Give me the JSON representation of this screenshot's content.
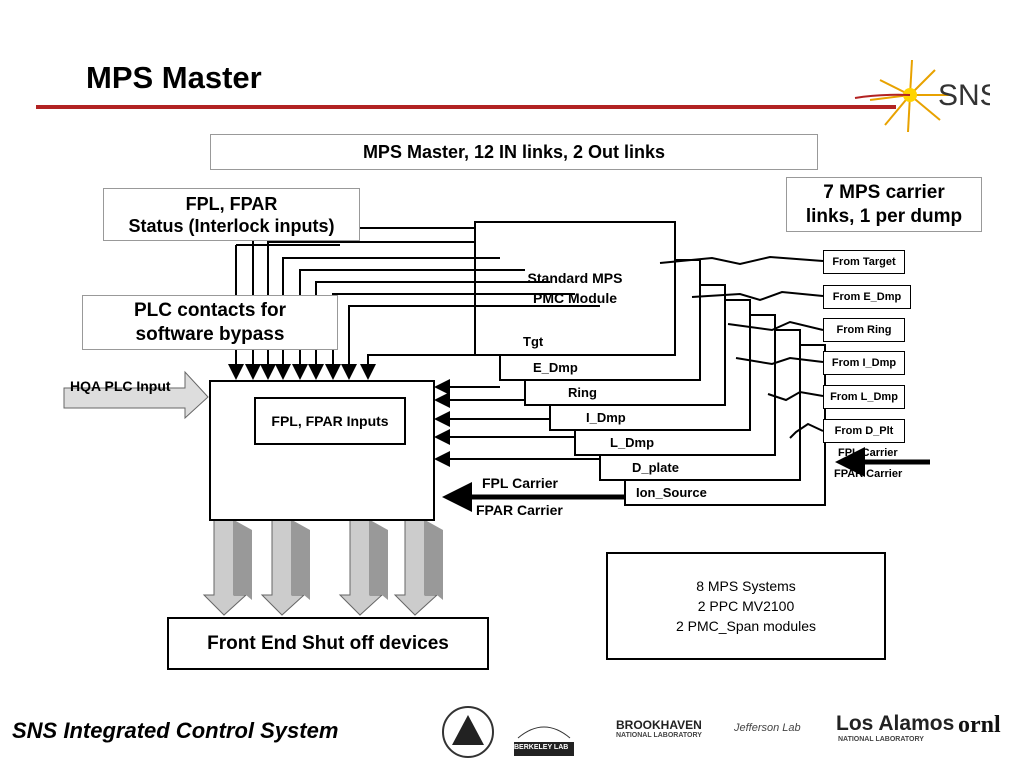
{
  "title": "MPS Master",
  "header_box": "MPS Master, 12 IN links, 2 Out links",
  "fpl_fpar_status": [
    "FPL, FPAR",
    "Status (Interlock inputs)"
  ],
  "carrier_links": [
    "7 MPS carrier",
    "links, 1 per dump"
  ],
  "plc_contacts": [
    "PLC contacts for",
    "software bypass"
  ],
  "hqa_plc_input": "HQA PLC Input",
  "fpl_fpar_inputs": "FPL, FPAR Inputs",
  "standard_module": [
    "Standard MPS",
    "PMC Module"
  ],
  "stack_labels": [
    "Tgt",
    "E_Dmp",
    "Ring",
    "I_Dmp",
    "L_Dmp",
    "D_plate",
    "Ion_Source"
  ],
  "from_boxes": [
    "From Target",
    "From E_Dmp",
    "From Ring",
    "From I_Dmp",
    "From L_Dmp",
    "From D_Plt"
  ],
  "right_carriers": [
    "FPL Carrier",
    "FPAR Carrier"
  ],
  "fpl_carrier": "FPL Carrier",
  "fpar_carrier": "FPAR Carrier",
  "front_end": "Front End Shut off devices",
  "info_box": [
    "8 MPS Systems",
    "2 PPC MV2100",
    "2 PMC_Span modules"
  ],
  "footer": "SNS Integrated Control System",
  "sns_logo": "SNS",
  "logos": [
    "BROOKHAVEN",
    "NATIONAL LABORATORY",
    "BERKELEY LAB",
    "Los Alamos",
    "NATIONAL LABORATORY",
    "ornl",
    "Jefferson Lab"
  ]
}
